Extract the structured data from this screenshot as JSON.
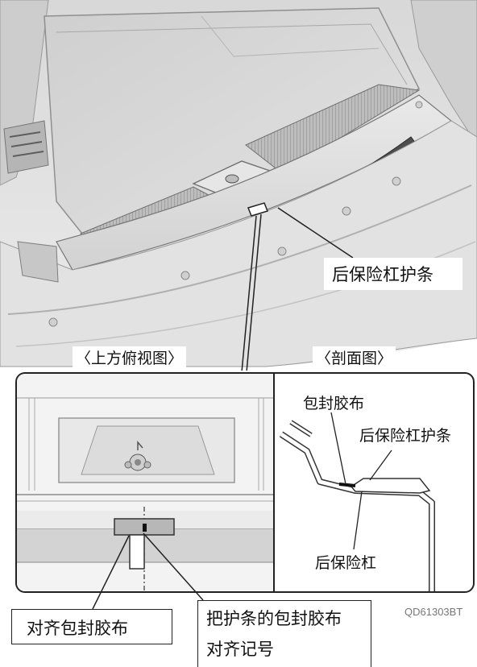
{
  "top": {
    "callout_rear_bumper_protector": "后保险杠护条"
  },
  "panels": {
    "top_view_title": "〈上方俯视图〉",
    "section_view_title": "〈剖面图〉"
  },
  "section": {
    "label_tape": "包封胶布",
    "label_protector": "后保险杠护条",
    "label_bumper": "后保险杠"
  },
  "callouts": {
    "align_tape": "对齐包封胶布",
    "align_mark_line1": "把护条的包封胶布",
    "align_mark_line2": "对齐记号"
  },
  "figure_code": "QD61303BT",
  "colors": {
    "line": "#222222",
    "body_light": "#e4e4e4",
    "body_mid": "#c9c9c9",
    "body_dark": "#8a8a8a",
    "tape": "#b3b3b3"
  }
}
